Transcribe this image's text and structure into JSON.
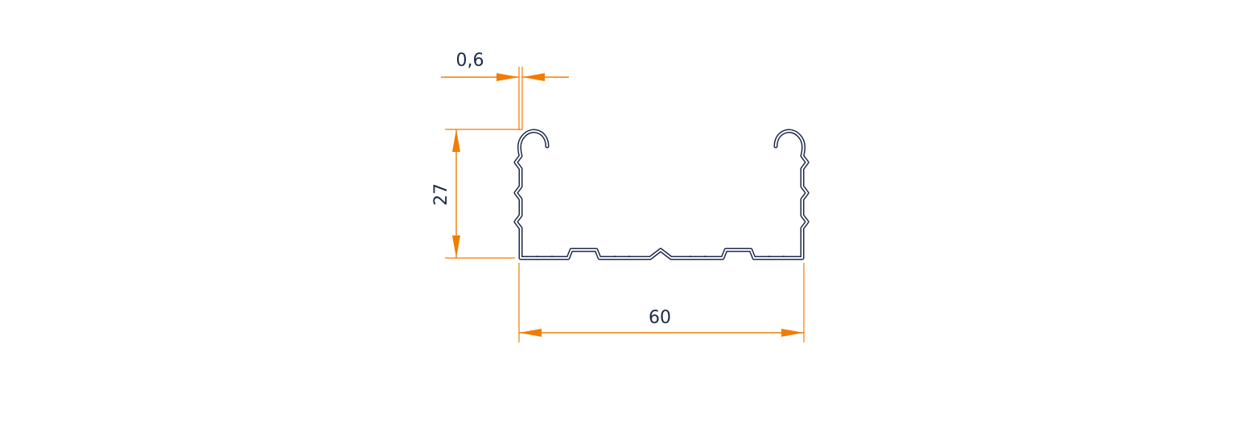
{
  "colors": {
    "dimension": "#EF7D00",
    "profile": "#1C2A4A",
    "label": "#1C2A4A",
    "background": "#FFFFFF"
  },
  "dimensions": {
    "thickness": {
      "label": "0,6"
    },
    "height": {
      "label": "27"
    },
    "width": {
      "label": "60"
    }
  }
}
